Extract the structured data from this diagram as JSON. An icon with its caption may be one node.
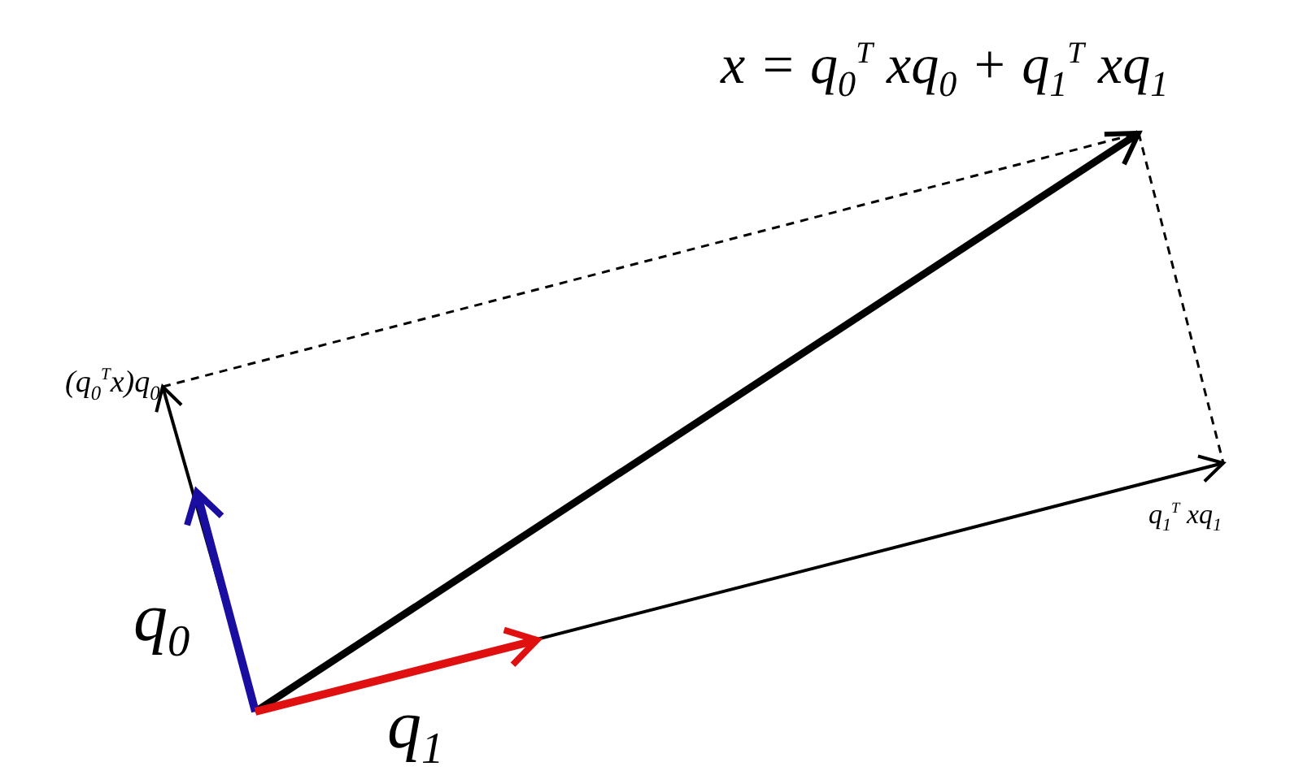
{
  "diagram": {
    "labels": [
      "x = q$_{0}$$^{T}$ xq$_{0}$ + q$_{1}$$^{T}$ xq$_{1}$",
      "(q$_{0}$$^{T}$x)q$_{0}$",
      "q$_{1}$$^{T}$ xq$_{1}$",
      "q$_{0}$",
      "q$_{1}$"
    ]
  }
}
